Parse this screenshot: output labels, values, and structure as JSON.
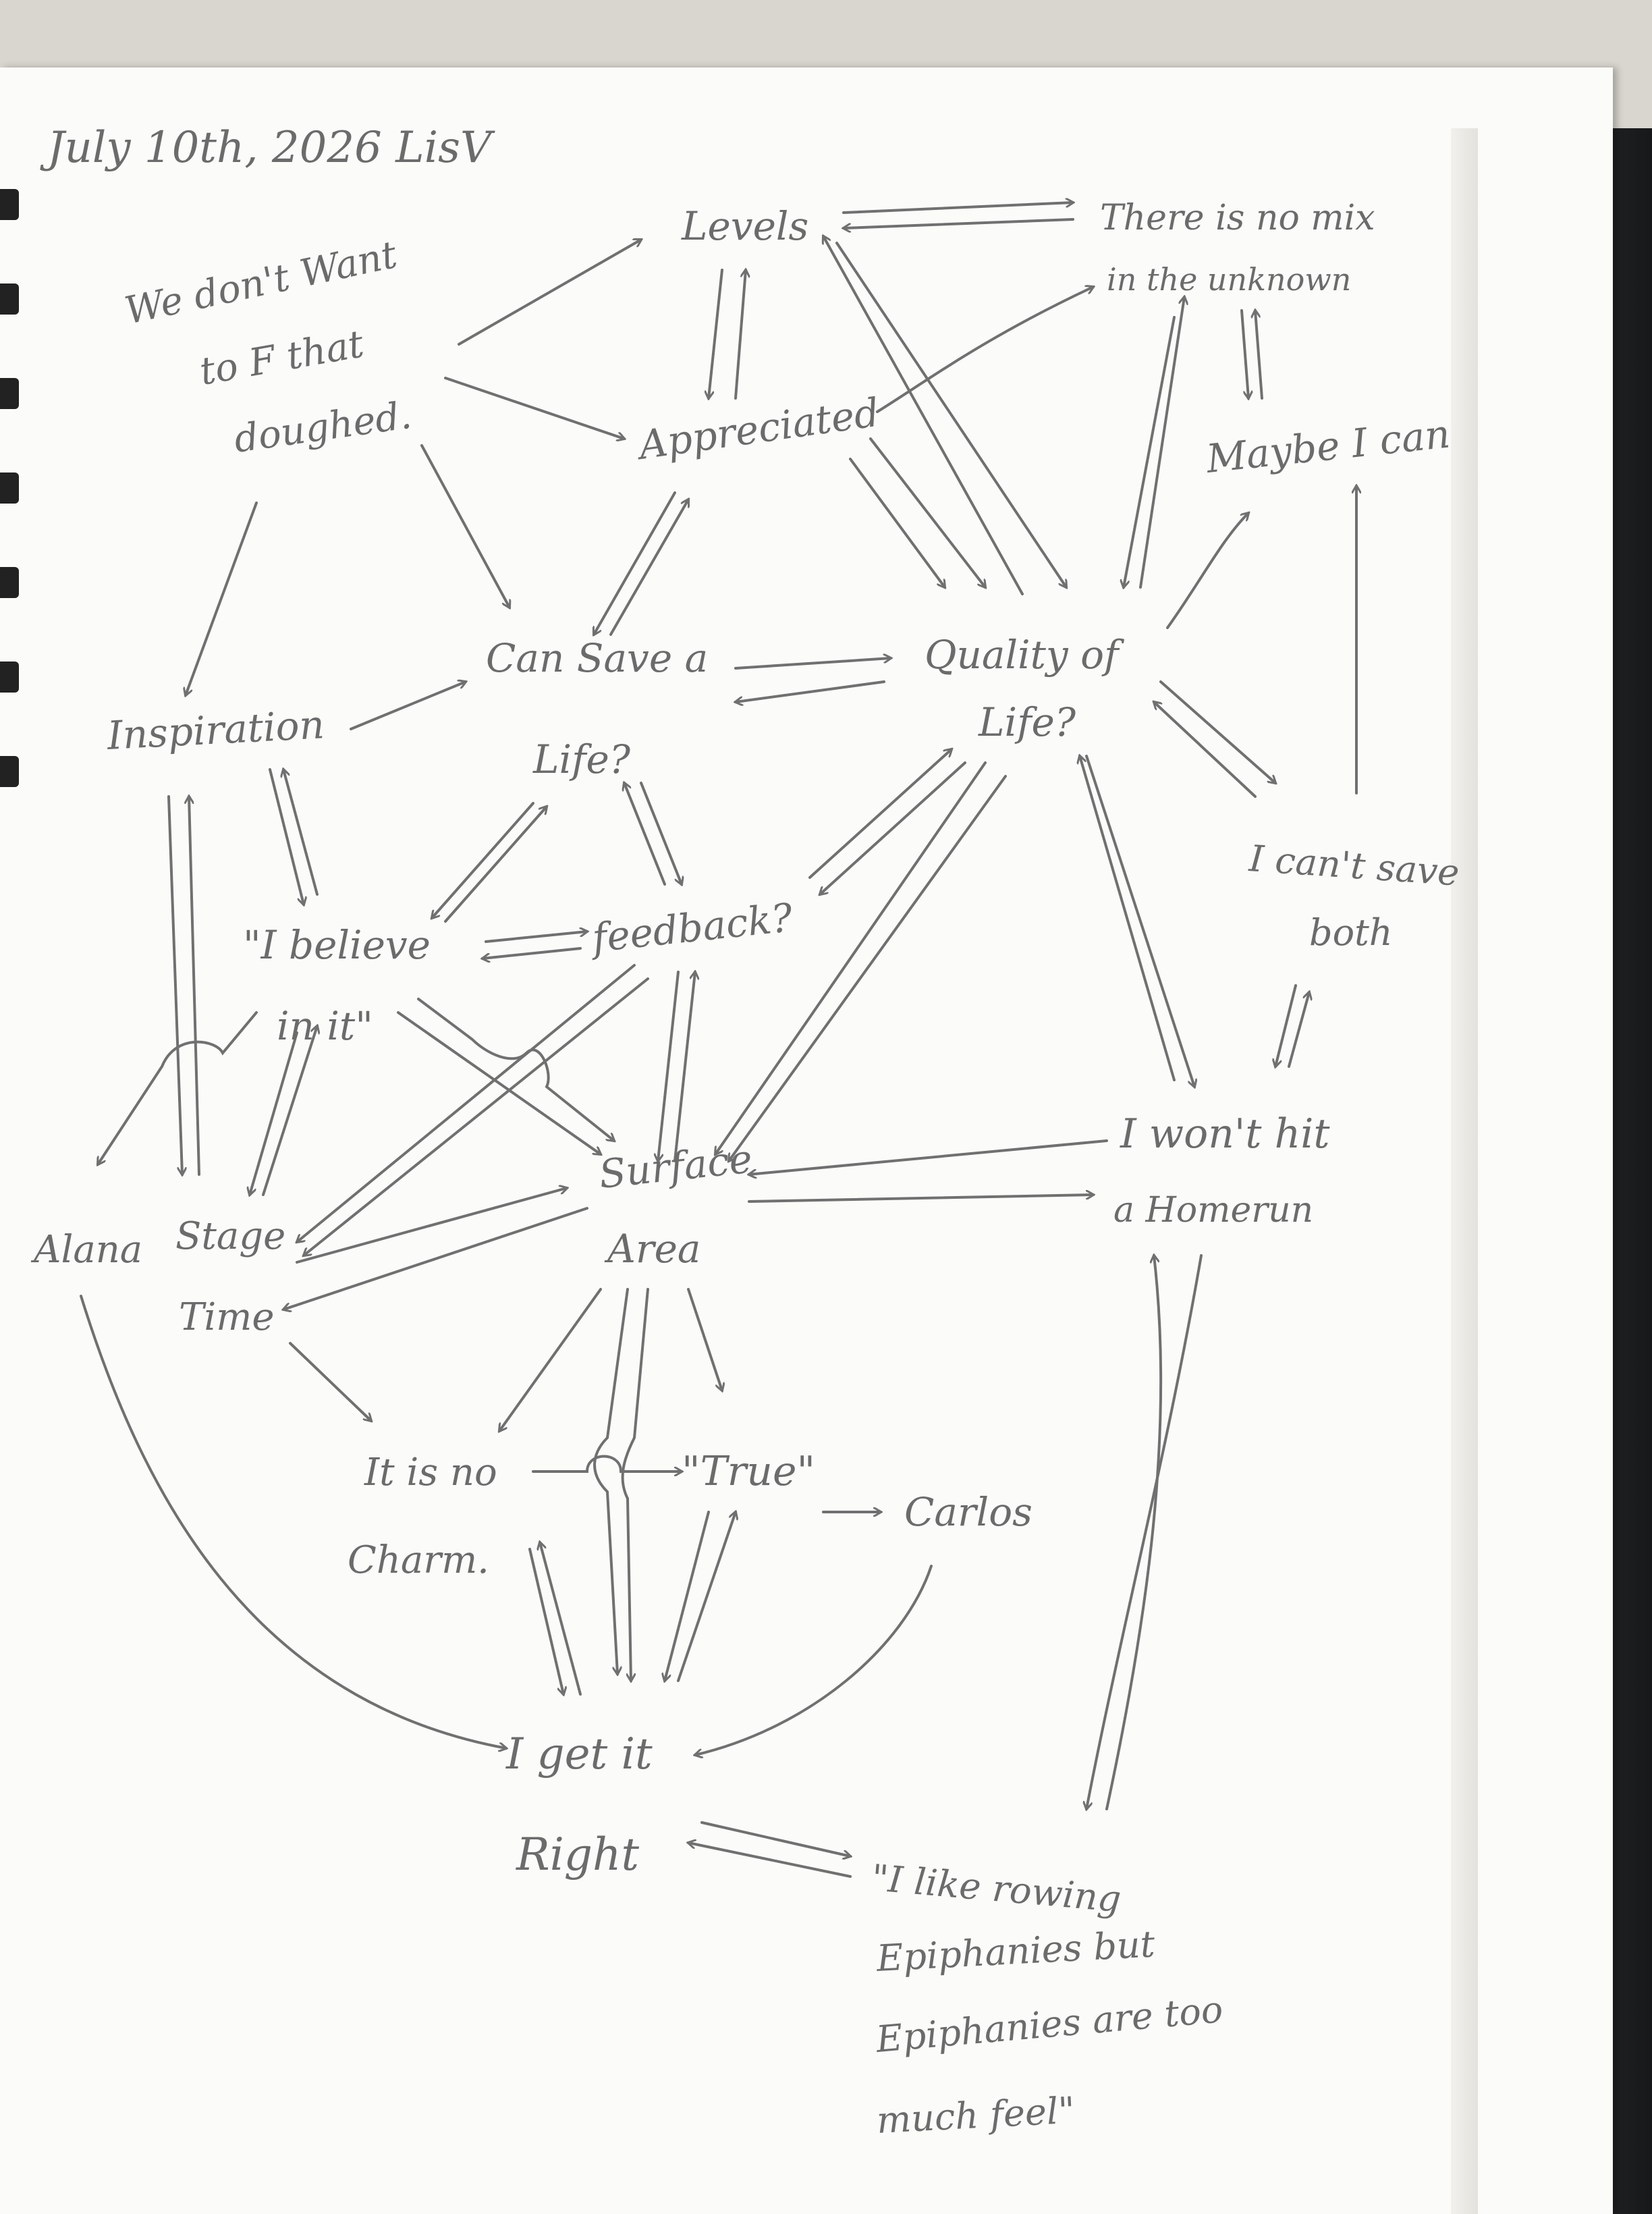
{
  "header": "July 10th, 2026  LisV",
  "nodes": {
    "we_dont_want": [
      "We don't Want",
      "to F that",
      "doughed."
    ],
    "levels": [
      "Levels"
    ],
    "no_mix": [
      "There is no mix",
      "in the unknown"
    ],
    "appreciated": [
      "Appreciated"
    ],
    "maybe": [
      "Maybe I can"
    ],
    "inspiration": [
      "Inspiration"
    ],
    "can_save": [
      "Can Save a",
      "Life?"
    ],
    "quality": [
      "Quality of",
      "Life?"
    ],
    "cant_save": [
      "I can't save",
      "both"
    ],
    "believe": [
      "\"I believe",
      "in it\""
    ],
    "feedback": [
      "feedback?"
    ],
    "alana": [
      "Alana"
    ],
    "stage_time": [
      "Stage",
      "Time"
    ],
    "surface": [
      "Surface",
      "Area"
    ],
    "homerun": [
      "I won't hit",
      "a Homerun"
    ],
    "no_charm": [
      "It is no",
      "Charm."
    ],
    "true": [
      "\"True\""
    ],
    "carlos": [
      "Carlos"
    ],
    "get_it": [
      "I get it",
      "Right"
    ],
    "epiphanies": [
      "\"I like rowing",
      "Epiphanies but",
      "Epiphanies are too",
      "much feel\""
    ]
  },
  "colors": {
    "ink": "#6b6b6b",
    "paper": "#fbfbf9"
  }
}
